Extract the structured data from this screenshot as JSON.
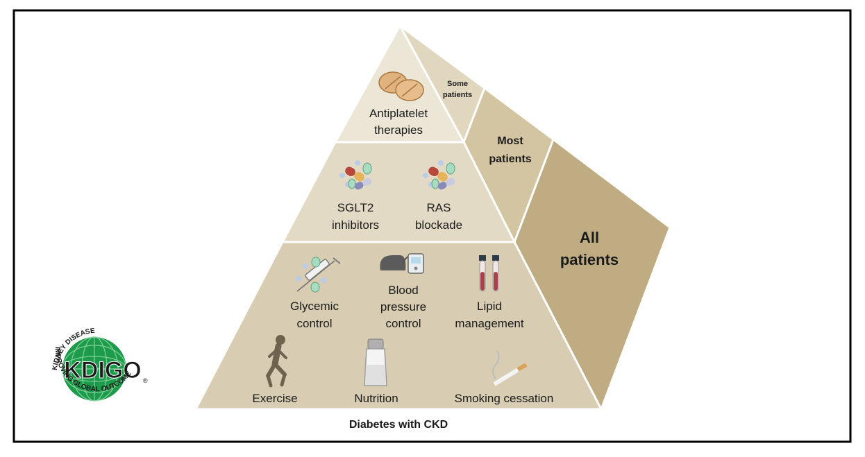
{
  "diagram": {
    "caption": "Diabetes with CKD",
    "tiers": {
      "top": {
        "items": [
          {
            "label_lines": [
              "Antiplatelet",
              "therapies"
            ],
            "icon": "tablets-icon"
          }
        ]
      },
      "middle": {
        "items": [
          {
            "label_lines": [
              "SGLT2",
              "inhibitors"
            ],
            "icon": "capsules-pills-icon"
          },
          {
            "label_lines": [
              "RAS",
              "blockade"
            ],
            "icon": "capsules-pills-icon"
          }
        ]
      },
      "bottom": {
        "items": [
          {
            "label_lines": [
              "Glycemic",
              "control"
            ],
            "icon": "syringe-icon"
          },
          {
            "label_lines": [
              "Blood",
              "pressure",
              "control"
            ],
            "icon": "blood-pressure-monitor-icon"
          },
          {
            "label_lines": [
              "Lipid",
              "management"
            ],
            "icon": "test-tubes-icon"
          },
          {
            "label_lines": [
              "Exercise"
            ],
            "icon": "runner-icon"
          },
          {
            "label_lines": [
              "Nutrition"
            ],
            "icon": "salt-shaker-icon"
          },
          {
            "label_lines": [
              "Smoking cessation"
            ],
            "icon": "cigarette-icon"
          }
        ]
      }
    },
    "side_labels": {
      "some": [
        "Some",
        "patients"
      ],
      "most": [
        "Most",
        "patients"
      ],
      "all": [
        "All",
        "patients"
      ]
    }
  },
  "logo": {
    "wordmark": "KDIGO",
    "ring_text_top": "KIDNEY DISEASE",
    "ring_text_bottom": "IMPROVING GLOBAL OUTCOMES",
    "registered_mark": "®"
  },
  "colors": {
    "front_top": "#ece6d6",
    "front_mid": "#e3dac5",
    "front_bottom": "#d8cdb2",
    "side_light": "#ddd1b5",
    "side_mid": "#cfbf9a",
    "side_dark": "#b9a57c",
    "logo_green": "#1d9a4a",
    "logo_blue": "#17468c"
  }
}
